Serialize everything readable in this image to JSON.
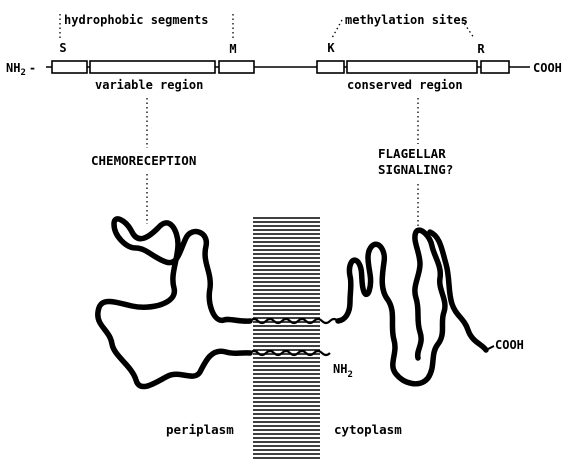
{
  "header": {
    "hydrophobic_label": "hydrophobic segments",
    "methylation_label": "methylation sites"
  },
  "sites": {
    "s": "S",
    "m": "M",
    "k": "K",
    "r": "R"
  },
  "termini": {
    "nh2_left": "NH",
    "nh2_left_sub": "2",
    "nh2_left_dash": "-",
    "cooh_right": "COOH"
  },
  "regions": {
    "variable": "variable region",
    "conserved": "conserved region"
  },
  "functions": {
    "chemoreception": "CHEMORECEPTION",
    "flagellar_line1": "FLAGELLAR",
    "flagellar_line2": "SIGNALING?"
  },
  "protein": {
    "cooh": "COOH",
    "nh2": "NH",
    "nh2_sub": "2"
  },
  "compartments": {
    "periplasm": "periplasm",
    "cytoplasm": "cytoplasm"
  }
}
